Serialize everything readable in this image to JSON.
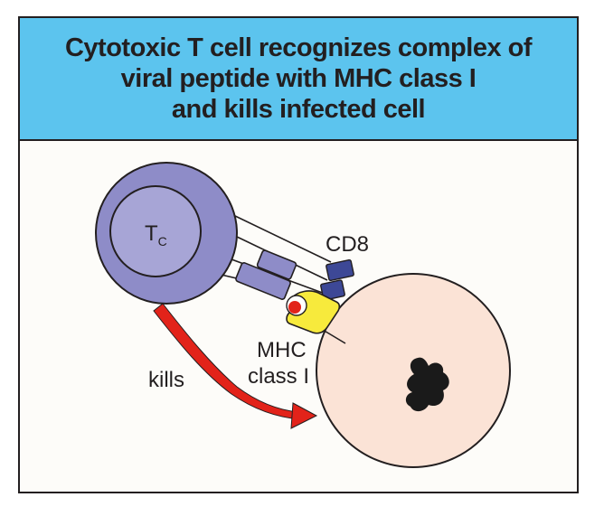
{
  "title": {
    "line1": "Cytotoxic T cell recognizes complex of",
    "line2": "viral peptide with MHC class I",
    "line3": "and kills infected cell"
  },
  "labels": {
    "tc_main": "T",
    "tc_sub": "C",
    "cd8": "CD8",
    "mhc_line1": "MHC",
    "mhc_line2": "class I",
    "kills": "kills"
  },
  "colors": {
    "header_bg": "#5cc4ee",
    "tcell_outer": "#8e8cc8",
    "tcell_inner": "#a7a5d6",
    "cd8": "#3d4896",
    "tcr": "#8e8cc8",
    "mhc": "#f7ea3c",
    "peptide": "#e2231a",
    "arrow": "#e2231a",
    "infected_cell": "#fbe3d6",
    "nucleus": "#1a1a1a"
  }
}
